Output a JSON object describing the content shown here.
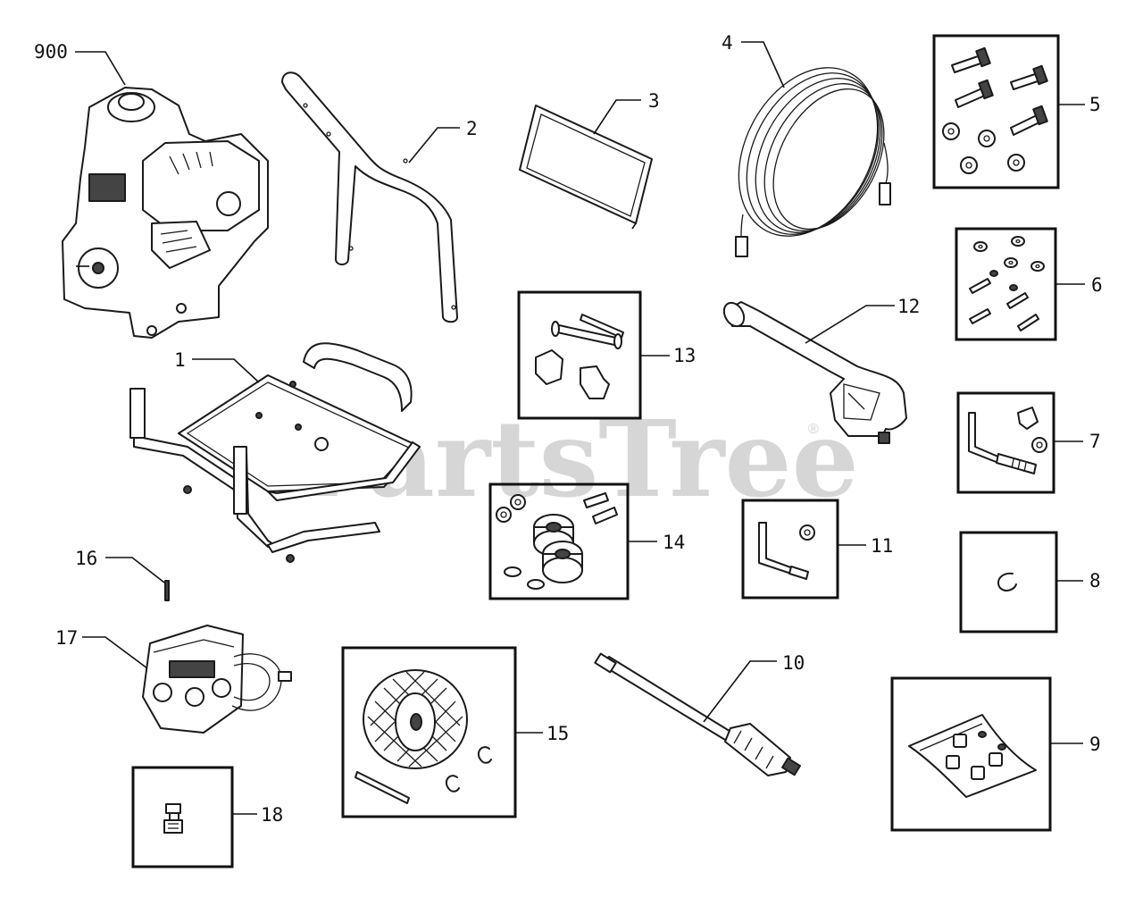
{
  "watermark": {
    "text": "PartsTree",
    "mark": "®"
  },
  "callouts": {
    "c900": "900",
    "c1": "1",
    "c2": "2",
    "c3": "3",
    "c4": "4",
    "c5": "5",
    "c6": "6",
    "c7": "7",
    "c8": "8",
    "c9": "9",
    "c10": "10",
    "c11": "11",
    "c12": "12",
    "c13": "13",
    "c14": "14",
    "c15": "15",
    "c16": "16",
    "c17": "17",
    "c18": "18"
  },
  "parts": [
    {
      "callout": "900",
      "icon": "engine-icon"
    },
    {
      "callout": "1",
      "icon": "base-frame-icon"
    },
    {
      "callout": "2",
      "icon": "handle-icon"
    },
    {
      "callout": "3",
      "icon": "panel-icon"
    },
    {
      "callout": "4",
      "icon": "hose-icon"
    },
    {
      "callout": "5",
      "icon": "bolt-kit-icon"
    },
    {
      "callout": "6",
      "icon": "washer-kit-icon"
    },
    {
      "callout": "7",
      "icon": "bracket-kit-icon"
    },
    {
      "callout": "8",
      "icon": "clip-icon"
    },
    {
      "callout": "9",
      "icon": "nozzle-bag-icon"
    },
    {
      "callout": "10",
      "icon": "spray-wand-icon"
    },
    {
      "callout": "11",
      "icon": "pin-kit-icon"
    },
    {
      "callout": "12",
      "icon": "spray-gun-icon"
    },
    {
      "callout": "13",
      "icon": "knob-kit-icon"
    },
    {
      "callout": "14",
      "icon": "foot-kit-icon"
    },
    {
      "callout": "15",
      "icon": "wheel-kit-icon"
    },
    {
      "callout": "16",
      "icon": "pin-icon"
    },
    {
      "callout": "17",
      "icon": "pump-icon"
    },
    {
      "callout": "18",
      "icon": "fitting-icon"
    }
  ]
}
